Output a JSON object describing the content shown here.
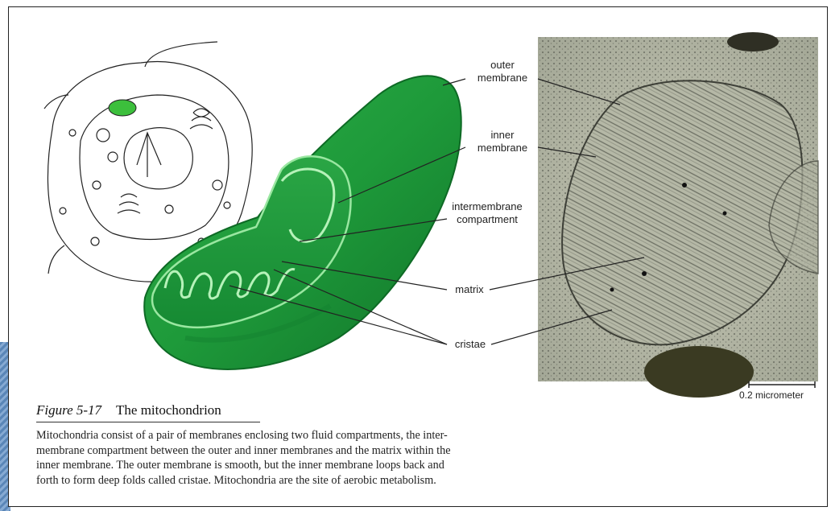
{
  "figure": {
    "number": "Figure 5-17",
    "title": "The mitochondrion",
    "caption_lines": [
      "Mitochondria consist of a pair of membranes enclosing two fluid compartments, the inter-",
      "membrane compartment between the outer and inner membranes and the matrix within the",
      "inner membrane. The outer membrane is smooth, but the inner membrane loops back and",
      "forth to form deep folds called cristae. Mitochondria are the site of aerobic metabolism."
    ]
  },
  "labels": {
    "outer_membrane": "outer\nmembrane",
    "inner_membrane": "inner\nmembrane",
    "intermembrane": "intermembrane\ncompartment",
    "matrix": "matrix",
    "cristae": "cristae"
  },
  "scale_bar": "0.2 micrometer",
  "colors": {
    "mito_green": "#1f9a3c",
    "mito_light": "#7fd98a",
    "micrograph_bg": "#b9bcaa"
  }
}
